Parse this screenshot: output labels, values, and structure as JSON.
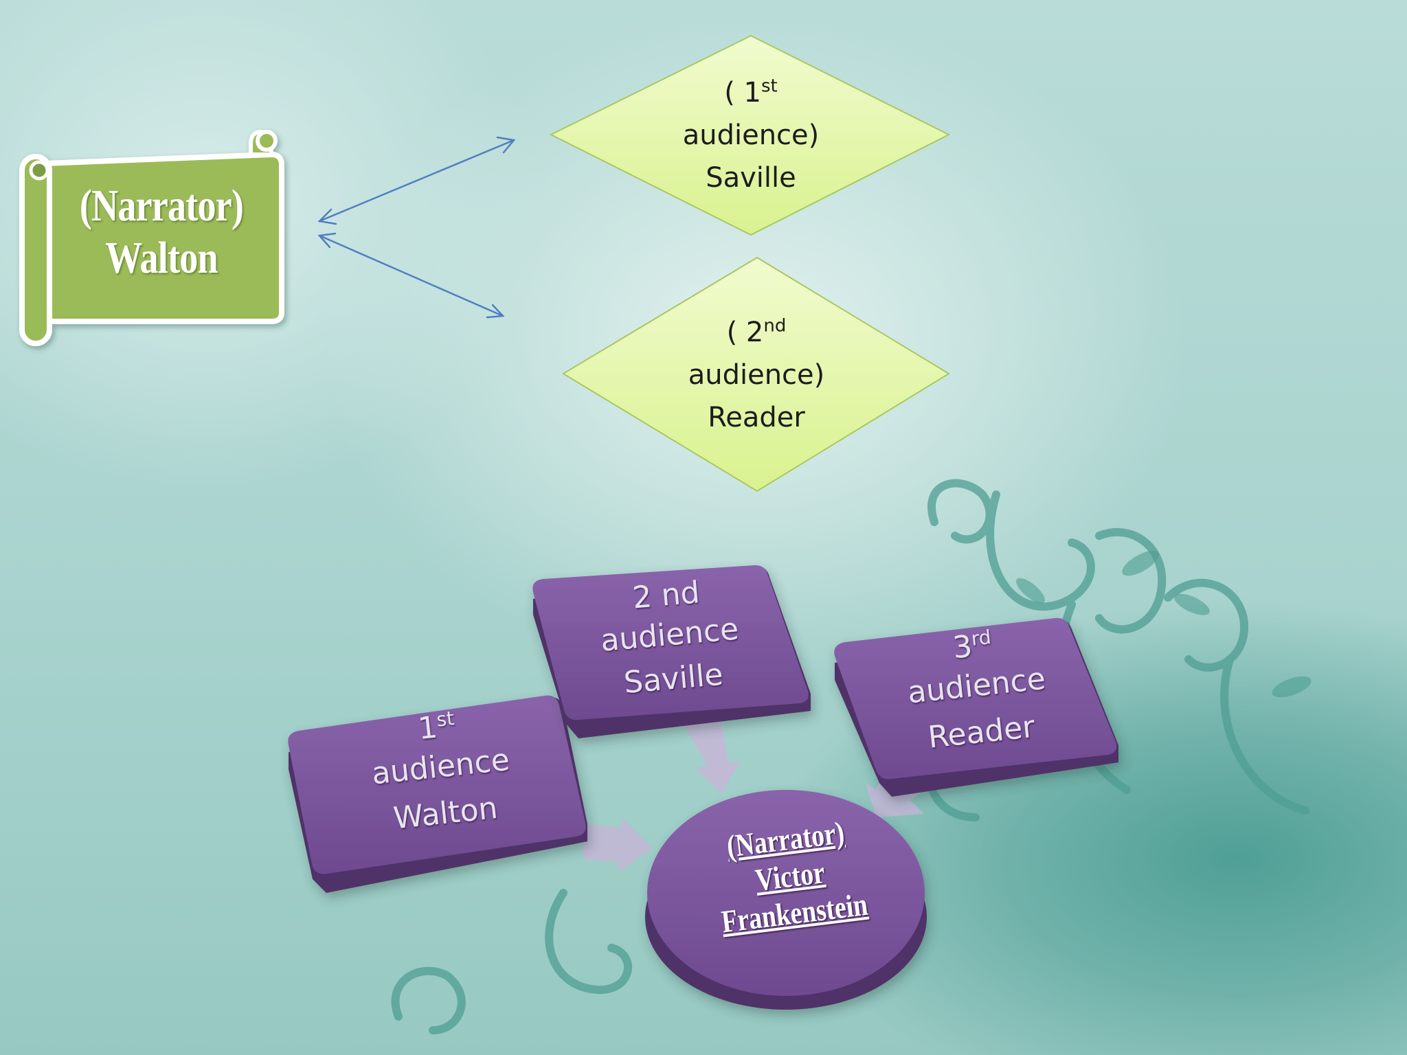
{
  "narrator_scroll": {
    "line1": "(Narrator)",
    "line2": "Walton"
  },
  "diamond_top": {
    "open": "( 1",
    "sup": "st",
    "line2": "audience)",
    "line3": "Saville"
  },
  "diamond_bottom": {
    "open": "( 2",
    "sup": "nd",
    "line2": "audience)",
    "line3": "Reader"
  },
  "box_first": {
    "num": "1",
    "sup": "st",
    "line2": "audience",
    "line3": "Walton"
  },
  "box_second": {
    "line1": "2 nd",
    "line2": "audience",
    "line3": "Saville"
  },
  "box_third": {
    "num": "3",
    "sup": "rd",
    "line2": "audience",
    "line3": "Reader"
  },
  "center_circle": {
    "line1": "(Narrator)",
    "line2": "Victor",
    "line3": "Frankenstein"
  },
  "colors": {
    "scroll_fill": "#9bbb59",
    "diamond_fill": "#e4f7b2",
    "box_fill": "#7a559b",
    "arrow_stroke": "#4f7fc0"
  }
}
